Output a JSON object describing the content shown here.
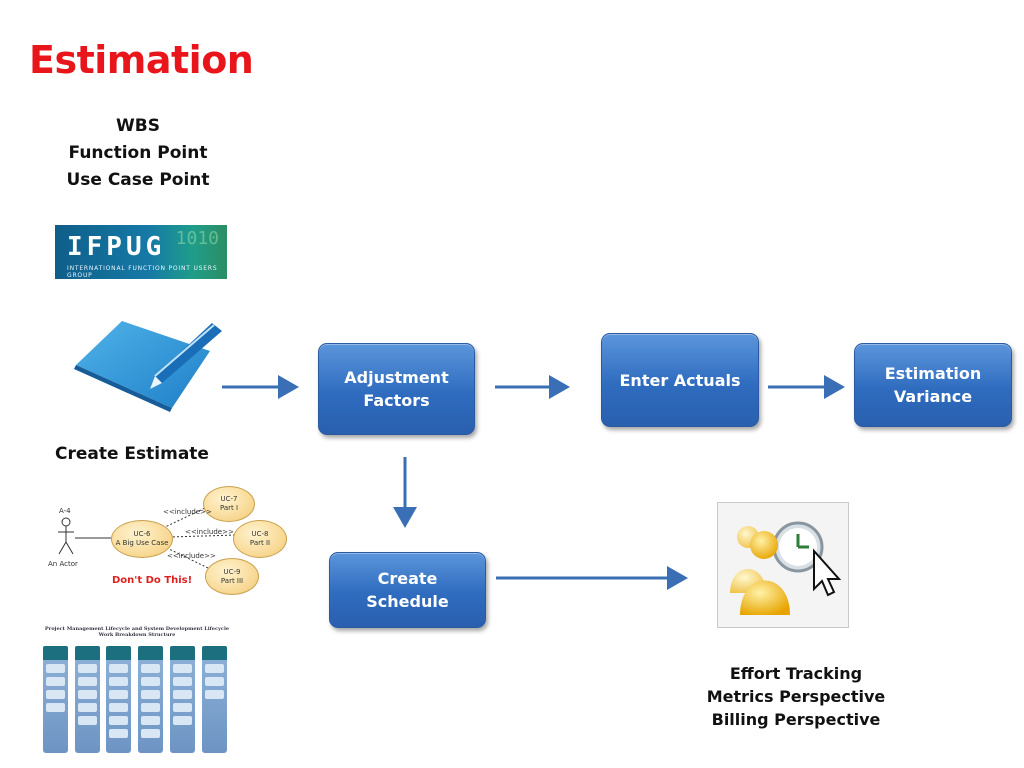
{
  "title": "Estimation",
  "methods": [
    "WBS",
    "Function Point",
    "Use Case Point"
  ],
  "ifpug": {
    "word": "IFPUG",
    "subtitle": "INTERNATIONAL FUNCTION POINT USERS GROUP",
    "binary": "1010"
  },
  "create_estimate": "Create Estimate",
  "usecase": {
    "actor_id": "A-4",
    "actor_label": "An Actor",
    "main_id": "UC-6",
    "main_label": "A Big Use Case",
    "uc7_id": "UC-7",
    "uc7_label": "Part I",
    "uc8_id": "UC-8",
    "uc8_label": "Part II",
    "uc9_id": "UC-9",
    "uc9_label": "Part III",
    "include1": "<<include>>",
    "include2": "<<include>>",
    "include3": "<<include>>",
    "warning": "Don't Do This!"
  },
  "wbs": {
    "title_line1": "Project Management Lifecycle and System Development Lifecycle",
    "title_line2": "Work Breakdown Structure"
  },
  "boxes": {
    "adjustment": "Adjustment\nFactors",
    "actuals": "Enter Actuals",
    "variance": "Estimation\nVariance",
    "schedule": "Create\nSchedule"
  },
  "outputs": [
    "Effort Tracking",
    "Metrics Perspective",
    "Billing Perspective"
  ],
  "colors": {
    "title": "#e8161b",
    "box_blue": "#2f6cbf",
    "arrow": "#3a6fb5"
  }
}
